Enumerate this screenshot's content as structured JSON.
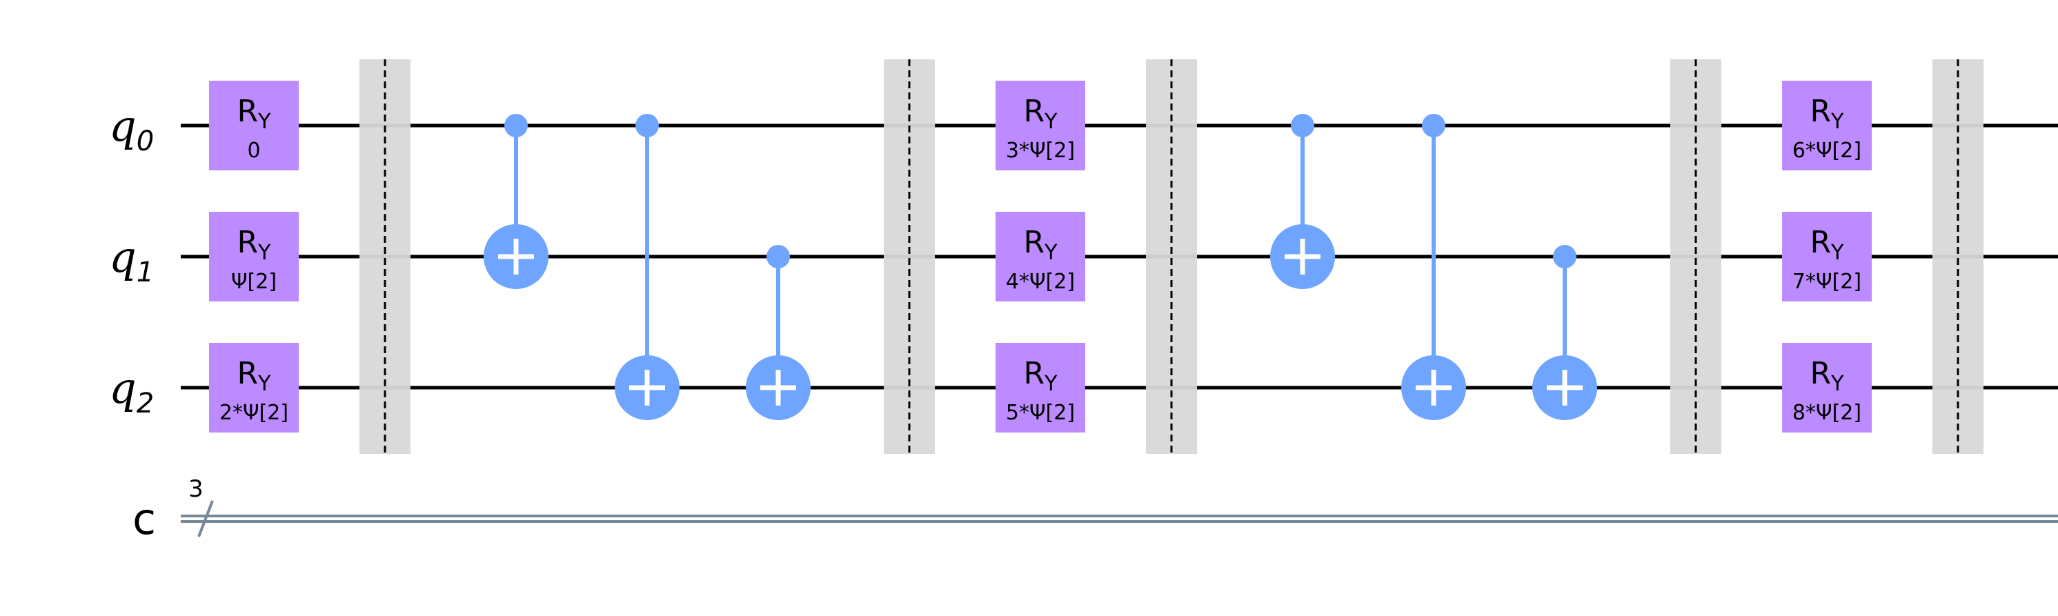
{
  "colors": {
    "rotation_gate": "#bb8bff",
    "controlled_x": "#6fa4ff",
    "barrier": "#d8d8d8",
    "classical_wire": "#778899",
    "wire": "#000000"
  },
  "qubits": [
    {
      "name": "q",
      "index": "0"
    },
    {
      "name": "q",
      "index": "1"
    },
    {
      "name": "q",
      "index": "2"
    }
  ],
  "classical_register": {
    "name": "c",
    "size": "3"
  },
  "gate_symbol": {
    "base": "R",
    "sub": "Y"
  },
  "columns": [
    {
      "type": "ry",
      "params": [
        "0",
        "Ψ[2]",
        "2*Ψ[2]"
      ]
    },
    {
      "type": "barrier"
    },
    {
      "type": "cx",
      "control": 0,
      "target": 1
    },
    {
      "type": "cx",
      "control": 0,
      "target": 2
    },
    {
      "type": "cx",
      "control": 1,
      "target": 2
    },
    {
      "type": "barrier"
    },
    {
      "type": "ry",
      "params": [
        "3*Ψ[2]",
        "4*Ψ[2]",
        "5*Ψ[2]"
      ]
    },
    {
      "type": "barrier"
    },
    {
      "type": "cx",
      "control": 0,
      "target": 1
    },
    {
      "type": "cx",
      "control": 0,
      "target": 2
    },
    {
      "type": "cx",
      "control": 1,
      "target": 2
    },
    {
      "type": "barrier"
    },
    {
      "type": "ry",
      "params": [
        "6*Ψ[2]",
        "7*Ψ[2]",
        "8*Ψ[2]"
      ]
    },
    {
      "type": "barrier"
    }
  ]
}
